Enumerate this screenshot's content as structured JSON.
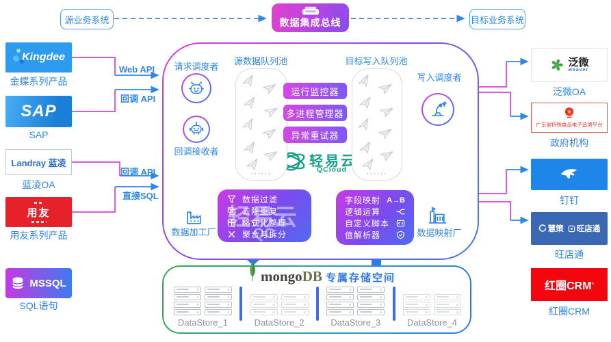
{
  "colors": {
    "accent_blue": "#2F86E8",
    "accent_magenta": "#DC3DDF",
    "gradient_purple": "#8A4BEC",
    "teal": "#17A08B",
    "mongo_green": "#58A94C",
    "alert_red": "#E8392E"
  },
  "top": {
    "source_label": "源业务系统",
    "bus_label": "数据集成总线",
    "target_label": "目标业务系统"
  },
  "sources": {
    "kingdee": {
      "logo": "Kingdee",
      "label": "金蝶系列产品"
    },
    "sap": {
      "logo": "SAP",
      "label": "SAP"
    },
    "landray": {
      "logo": "Landray 蓝凌",
      "label": "蓝凌OA"
    },
    "yonyou": {
      "logo": "用友",
      "label": "用友系列产品"
    },
    "mssql": {
      "logo": "MSSQL",
      "label": "SQL语句"
    }
  },
  "connectors": {
    "kingdee": "Web API",
    "sap": "回调 API",
    "landray": "回调 API",
    "yonyou": "直接SQL"
  },
  "hub": {
    "request_scheduler": "请求调度者",
    "callback_receiver": "回调接收者",
    "source_queue_title": "源数据队列池",
    "target_queue_title": "目标写入队列池",
    "write_scheduler": "写入调度者",
    "queue_dots": "······",
    "monitors": [
      "运行监控器",
      "多进程管理器",
      "异常重试器"
    ],
    "qcloud": {
      "name": "轻易云",
      "sub": "QCloud"
    },
    "processing": {
      "label": "数据加工厂",
      "items": [
        "数据过滤",
        "去除重复",
        "格式化整理",
        "聚合与拆分"
      ]
    },
    "mapping": {
      "label": "数据映射厂",
      "map_icon": "A→B",
      "items": [
        "字段映射",
        "逻辑运算",
        "自定义脚本",
        "值解析器"
      ]
    }
  },
  "storage": {
    "brand_prefix": "mongo",
    "brand_suffix": "DB",
    "title": "专属存储空间",
    "datastores": [
      {
        "label": "DataStore_1",
        "rows": 4
      },
      {
        "label": "DataStore_2",
        "rows": 3
      },
      {
        "label": "DataStore_3",
        "rows": 4
      },
      {
        "label": "DataStore_4",
        "rows": 3
      }
    ]
  },
  "targets": {
    "weaver": {
      "logo": "泛微",
      "logo_sub": "weaver",
      "label": "泛微OA"
    },
    "gov": {
      "logo": "广东省特殊食品电子追溯平台",
      "label": "政府机构"
    },
    "dingtalk": {
      "label": "钉钉"
    },
    "wdt": {
      "brand_a": "慧策",
      "brand_b": "旺店通",
      "label": "旺店通"
    },
    "hq": {
      "logo": "红圈CRM",
      "logo_sup": "°",
      "label": "红圈CRM"
    }
  },
  "watermark": {
    "text": "轻易云",
    "sub": "QC"
  }
}
